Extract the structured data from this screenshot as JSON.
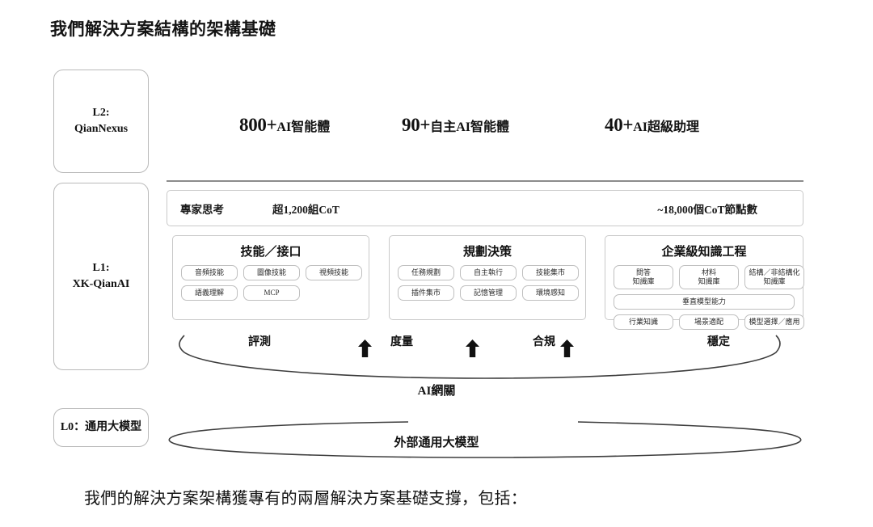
{
  "title": "我們解決方案結構的架構基礎",
  "caption": "我們的解決方案架構獲專有的兩層解決方案基礎支撐，包括：",
  "layers": [
    {
      "id": "L2",
      "line1": "L2:",
      "line2": "QianNexus"
    },
    {
      "id": "L1",
      "line1": "L1:",
      "line2": "XK-QianAI"
    },
    {
      "id": "L0",
      "line1": "L0：通用大模型",
      "line2": ""
    }
  ],
  "stats": [
    {
      "num": "800+",
      "unit": "AI智能體"
    },
    {
      "num": "90+",
      "unit": "自主AI智能體"
    },
    {
      "num": "40+",
      "unit": "AI超級助理"
    }
  ],
  "cot_bar": {
    "left": "專家思考",
    "middle": "超1,200組CoT",
    "right": "~18,000個CoT節點數"
  },
  "panels": [
    {
      "title": "技能／接口",
      "rows": [
        [
          "音頻技能",
          "圖像技能",
          "視頻技能"
        ],
        [
          "語義理解",
          "MCP"
        ]
      ]
    },
    {
      "title": "規劃決策",
      "rows": [
        [
          "任務規劃",
          "自主執行",
          "技能集市"
        ],
        [
          "插件集市",
          "記憶管理",
          "環境感知"
        ]
      ]
    },
    {
      "title": "企業級知識工程",
      "rows": [
        [
          "問答<br>知識庫",
          "材料<br>知識庫",
          "結構／非結構化<br>知識庫"
        ],
        [
          "垂直模型能力"
        ],
        [
          "行業知識",
          "場景適配",
          "模型選擇／應用"
        ]
      ]
    }
  ],
  "eval_labels": [
    "評測",
    "度量",
    "合規",
    "穩定"
  ],
  "gateway_label": "AI網關",
  "external_label": "外部通用大模型",
  "colors": {
    "border": "#c9c9c9",
    "divider": "#8c8c8c",
    "text": "#111111",
    "stroke": "#3d3d3d"
  }
}
